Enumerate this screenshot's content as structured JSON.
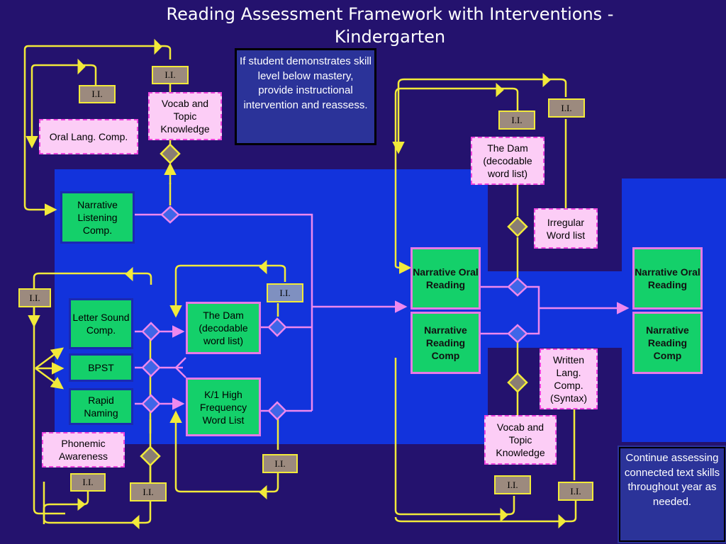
{
  "title": "Reading Assessment Framework with Interventions - Kindergarten",
  "notes": {
    "top": "If student demonstrates skill level below mastery, provide instructional intervention and reassess.",
    "bottom": "Continue assessing connected text skills throughout year as needed."
  },
  "boxes": {
    "oral_lang": "Oral Lang. Comp.",
    "vocab_left": "Vocab and Topic Knowledge",
    "narrative_listening": "Narrative Listening Comp.",
    "letter_sound": "Letter Sound Comp.",
    "bpst": "BPST",
    "rapid_naming": "Rapid Naming",
    "phonemic": "Phonemic Awareness",
    "the_dam_mid": "The Dam (decodable word list)",
    "k1_hf": "K/1 High Frequency Word List",
    "the_dam_right": "The Dam (decodable word list)",
    "irregular": "Irregular Word list",
    "nor_mid": "Narrative Oral Reading",
    "nrc_mid": "Narrative Reading Comp",
    "nor_right": "Narrative Oral Reading",
    "nrc_right": "Narrative Reading Comp",
    "written": "Written Lang. Comp. (Syntax)",
    "vocab_right": "Vocab and Topic Knowledge"
  },
  "ii_label": "I.I.",
  "colors": {
    "background": "#24126e",
    "panel": "#1233dc",
    "yellow_wire": "#f2ea3a",
    "pink_wire": "#ee88ee",
    "green_box": "#14d06a",
    "pink_box": "#fccdf6",
    "ii_box": "#9c8a7e",
    "diamond_blue": "#3f66e8",
    "diamond_gray": "#8a7e74"
  }
}
